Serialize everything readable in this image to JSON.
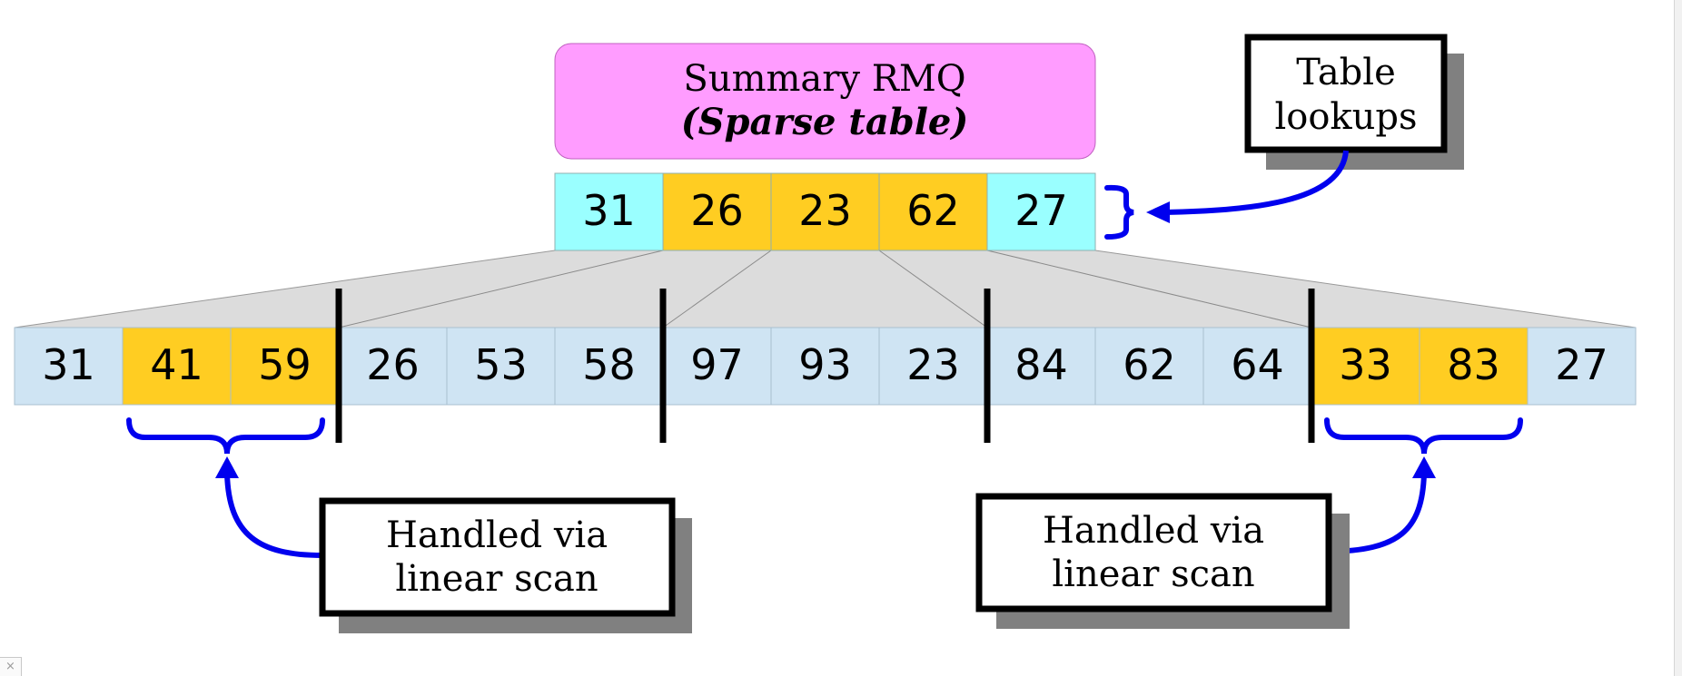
{
  "summary": {
    "title": "Summary RMQ",
    "subtitle": "(Sparse table)",
    "values": [
      "31",
      "26",
      "23",
      "62",
      "27"
    ],
    "highlight": [
      false,
      true,
      true,
      true,
      false
    ]
  },
  "array": {
    "values": [
      "31",
      "41",
      "59",
      "26",
      "53",
      "58",
      "97",
      "93",
      "23",
      "84",
      "62",
      "64",
      "33",
      "83",
      "27"
    ],
    "highlight": [
      false,
      true,
      true,
      false,
      false,
      false,
      false,
      false,
      false,
      false,
      false,
      false,
      true,
      true,
      false
    ]
  },
  "callouts": {
    "table_lookups_line1": "Table",
    "table_lookups_line2": "lookups",
    "left_scan_line1": "Handled via",
    "left_scan_line2": "linear scan",
    "right_scan_line1": "Handled via",
    "right_scan_line2": "linear scan"
  },
  "ui": {
    "corner_glyph": "×"
  },
  "colors": {
    "summary_box": "#ff9cff",
    "summary_plain": "#9affff",
    "highlight": "#ffcd22",
    "array_plain": "#cfe4f3",
    "arrow": "#0000ee",
    "fan": "#dcdcdc",
    "shadow": "#808080"
  }
}
